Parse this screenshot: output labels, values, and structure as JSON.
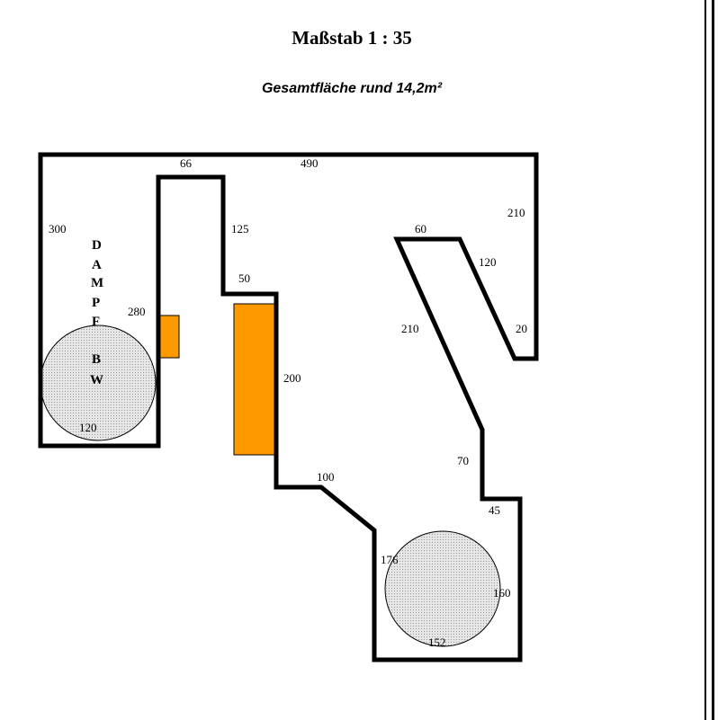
{
  "header": {
    "title": "Maßstab 1 : 35",
    "subtitle": "Gesamtfläche rund 14,2m²"
  },
  "colors": {
    "wall": "#000000",
    "element": "#ff9900",
    "circle_fill": "#d4d4d4"
  },
  "dimensions": [
    "66",
    "490",
    "300",
    "125",
    "210",
    "60",
    "120",
    "50",
    "280",
    "210",
    "20",
    "200",
    "120",
    "100",
    "70",
    "45",
    "176",
    "160",
    "152"
  ],
  "vertical_label": {
    "line1": [
      "D",
      "A",
      "M",
      "P",
      "F"
    ],
    "line2": [
      "B",
      "W"
    ]
  }
}
